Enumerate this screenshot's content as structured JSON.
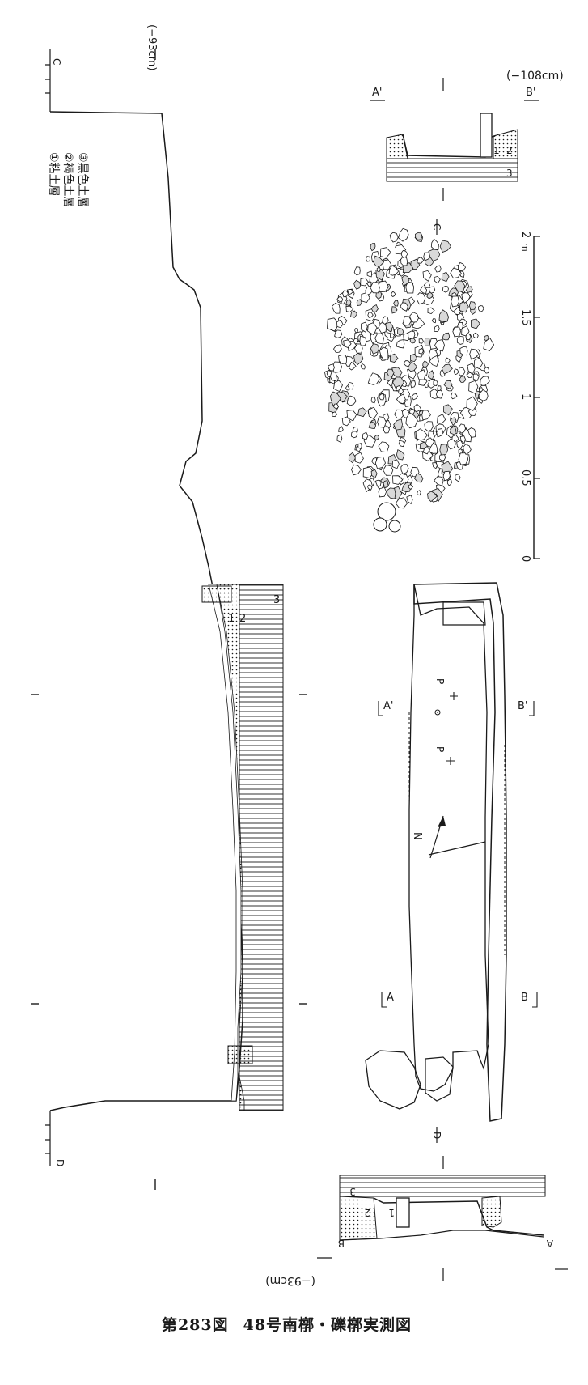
{
  "figure": {
    "number": "第283図",
    "title": "48号南槨・礫槨実測図"
  },
  "legend": [
    "①粘土層",
    "②褐色土層",
    "③黒色土層"
  ],
  "level_notes": {
    "long_section": "(−93cm)",
    "short_section_top": "(−108cm)",
    "short_section_bottom": "(−93cm)"
  },
  "section_labels": {
    "c": "C",
    "d": "D",
    "a": "A",
    "a_prime": "A'",
    "b": "B",
    "b_prime": "B'",
    "c_mark": "C",
    "d_mark": "D"
  },
  "layer_numbers": [
    "1",
    "2",
    "3"
  ],
  "plan_labels": {
    "north": "N",
    "p": "P"
  },
  "scale_bar": {
    "unit": "m",
    "ticks": [
      "0",
      "0.5",
      "1",
      "1.5",
      "2"
    ]
  },
  "colors": {
    "ink": "#1a1a1a",
    "paper": "#ffffff"
  }
}
